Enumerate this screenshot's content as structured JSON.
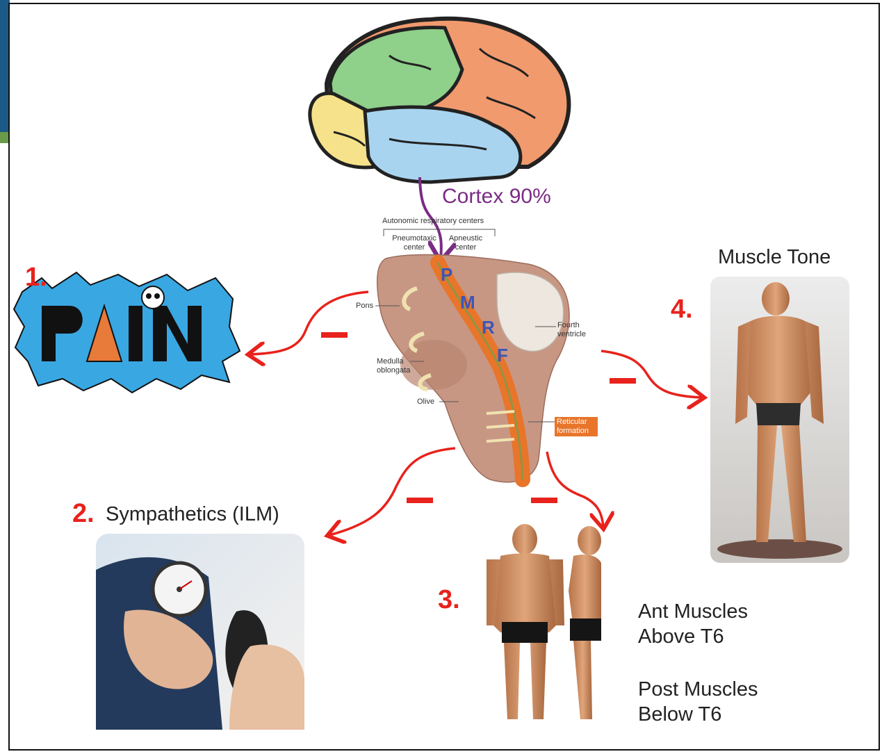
{
  "cortex_label": "Cortex 90%",
  "brainstem": {
    "header": "Autonomic respiratory centers",
    "pneumotaxic": "Pneumotaxic center",
    "apneustic": "Apneustic center",
    "pons": "Pons",
    "fourth_ventricle": "Fourth ventricle",
    "medulla": "Medulla oblongata",
    "olive": "Olive",
    "reticular": "Reticular formation",
    "letters": [
      "P",
      "M",
      "R",
      "F"
    ]
  },
  "items": [
    {
      "number": "1.",
      "image_text": "PAIN"
    },
    {
      "number": "2.",
      "label": "Sympathetics (ILM)"
    },
    {
      "number": "3.",
      "lines": [
        "Ant Muscles",
        "Above T6",
        "Post Muscles",
        "Below T6"
      ]
    },
    {
      "number": "4.",
      "label": "Muscle Tone"
    }
  ],
  "inhibition_mark": "–",
  "colors": {
    "arrow": "#e8221c",
    "cortex": "#7a2d84",
    "frontal": "#f19a6e",
    "parietal": "#8fd08a",
    "temporal": "#a8d4ef",
    "occipital": "#f6e28a",
    "reticular": "#e8752a"
  }
}
